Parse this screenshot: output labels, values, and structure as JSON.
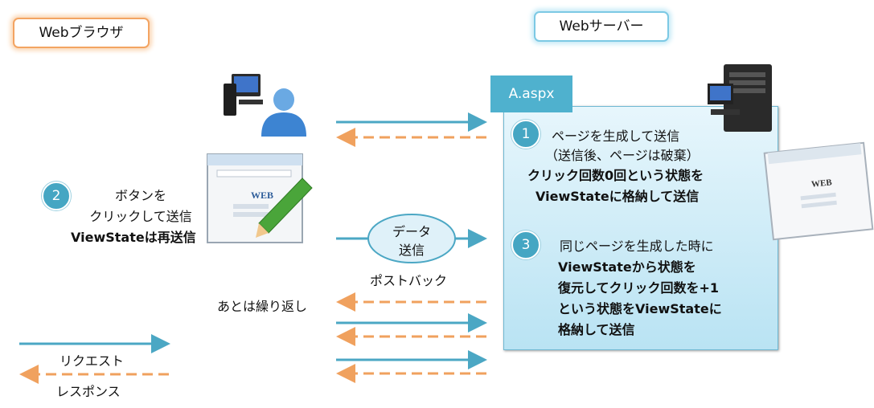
{
  "browser_title": "Webブラウザ",
  "server_title": "Webサーバー",
  "page_tab": "A.aspx",
  "step1": {
    "number": "1",
    "line1": "ページを生成して送信",
    "line2": "（送信後、ページは破棄）",
    "line3": "クリック回数0回という状態を",
    "line4": "ViewStateに格納して送信"
  },
  "step2": {
    "number": "2",
    "line1": "ボタンを",
    "line2": "クリックして送信",
    "line3": "ViewStateは再送信"
  },
  "step3": {
    "number": "3",
    "line1": "同じページを生成した時に",
    "line2": "ViewStateから状態を",
    "line3": "復元してクリック回数を+1",
    "line4": "という状態をViewStateに",
    "line5": "格納して送信"
  },
  "data_bubble": {
    "line1": "データ",
    "line2": "送信"
  },
  "postback_label": "ポストバック",
  "repeat_label": "あとは繰り返し",
  "legend": {
    "request": "リクエスト",
    "response": "レスポンス"
  },
  "colors": {
    "request": "#4ba7c4",
    "response": "#f0a15e",
    "accent": "#45a6c3"
  },
  "icons": [
    "computer-user-icon",
    "browser-edit-icon",
    "server-tower-icon",
    "browser-window-icon"
  ]
}
